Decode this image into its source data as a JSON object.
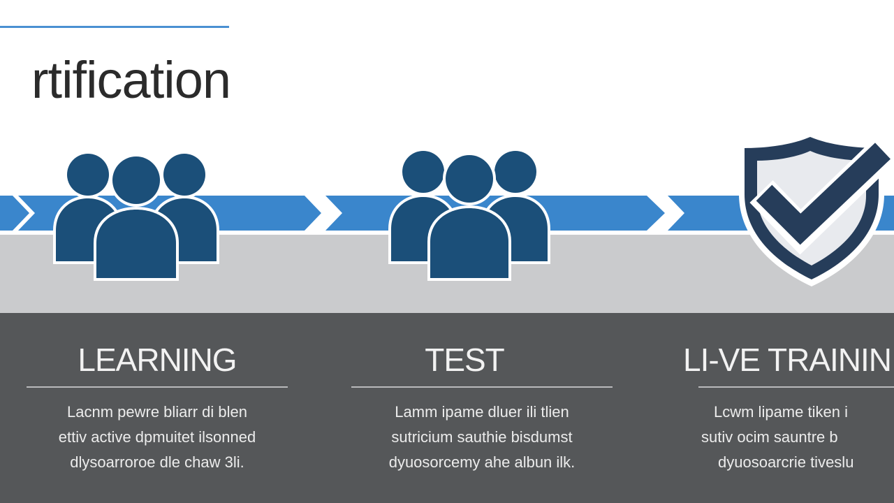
{
  "title": "rtification",
  "colors": {
    "arrow_blue": "#3a86cc",
    "icon_navy": "#1b4f79",
    "shield_navy": "#263d5a",
    "gray_band": "#cacbcd",
    "dark_band": "#555759"
  },
  "steps": [
    {
      "icon": "people-group-icon",
      "title": "LEARNING",
      "desc": [
        "Lacnm pewre bliarr di blen",
        "ettiv active  dpmuitet  ilsonned",
        "dlysoarroroe  dle chaw 3li."
      ]
    },
    {
      "icon": "people-group-icon",
      "title": "TEST",
      "desc": [
        "Lamm ipame dluer ili tlien",
        "sutricium  sauthie  bisdumst",
        "dyuosorcemy ahe albun ilk."
      ]
    },
    {
      "icon": "shield-check-icon",
      "title": "LI-VE TRAININ",
      "desc": [
        "Lcwm lipame tiken i",
        "sutiv ocim  sauntre  b",
        "dyuosoarcrie  tiveslu"
      ]
    }
  ]
}
